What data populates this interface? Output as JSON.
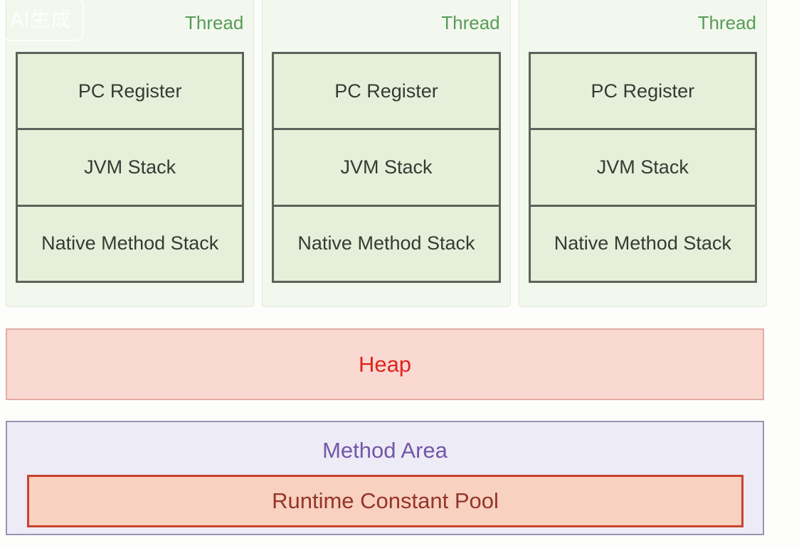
{
  "watermark": {
    "label": "AI生成"
  },
  "threads": [
    {
      "label": "Thread",
      "cells": [
        "PC Register",
        "JVM Stack",
        "Native Method Stack"
      ]
    },
    {
      "label": "Thread",
      "cells": [
        "PC Register",
        "JVM Stack",
        "Native Method Stack"
      ]
    },
    {
      "label": "Thread",
      "cells": [
        "PC Register",
        "JVM Stack",
        "Native Method Stack"
      ]
    }
  ],
  "heap": {
    "label": "Heap"
  },
  "method_area": {
    "label": "Method Area",
    "runtime_constant_pool": {
      "label": "Runtime Constant Pool"
    }
  },
  "colors": {
    "thread_label_text": "#579c57",
    "thread_panel_bg": "#f3f8ee",
    "stack_cell_bg": "#e5f0da",
    "stack_border": "#5c635a",
    "stack_cell_text": "#333c33",
    "heap_bg": "#fbd9d3",
    "heap_border": "#e3aca4",
    "heap_text": "#e0241c",
    "method_area_bg": "#edebf5",
    "method_area_border": "#9a94b2",
    "method_area_text": "#7257a8",
    "rcp_bg": "#f8d1c0",
    "rcp_border": "#c8432c",
    "rcp_text": "#95342a"
  }
}
